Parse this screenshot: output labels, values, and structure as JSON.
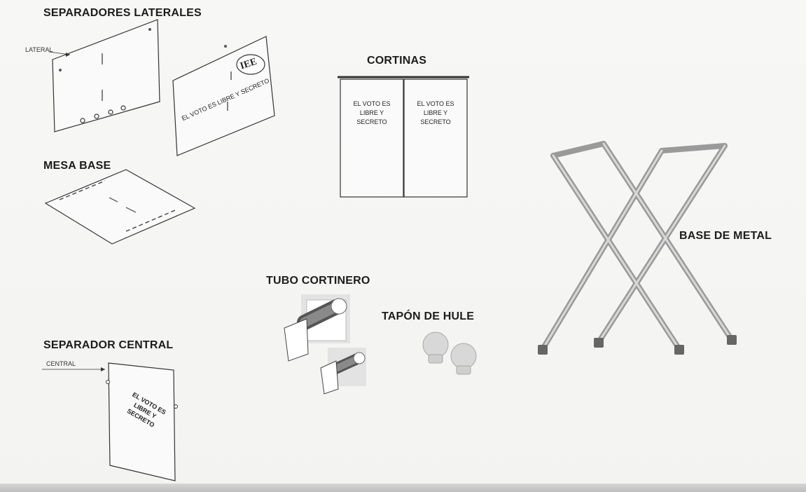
{
  "labels": {
    "separadores_laterales": "SEPARADORES LATERALES",
    "lateral_small": "LATERAL",
    "mesa_base": "MESA BASE",
    "cortinas": "CORTINAS",
    "base_de_metal": "BASE DE METAL",
    "tubo_cortinero": "TUBO CORTINERO",
    "tapon_de_hule": "TAPÓN DE HULE",
    "separador_central": "SEPARADOR CENTRAL",
    "central_small": "CENTRAL"
  },
  "texts": {
    "logo": "IEE",
    "lateral_panel_text": "EL VOTO ES LIBRE Y SECRETO",
    "curtain_left": "EL VOTO ES\nLIBRE Y\nSECRETO",
    "curtain_right": "EL VOTO ES\nLIBRE Y\nSECRETO",
    "central_panel_text": "EL VOTO ES\nLIBRE Y\nSECRETO"
  }
}
